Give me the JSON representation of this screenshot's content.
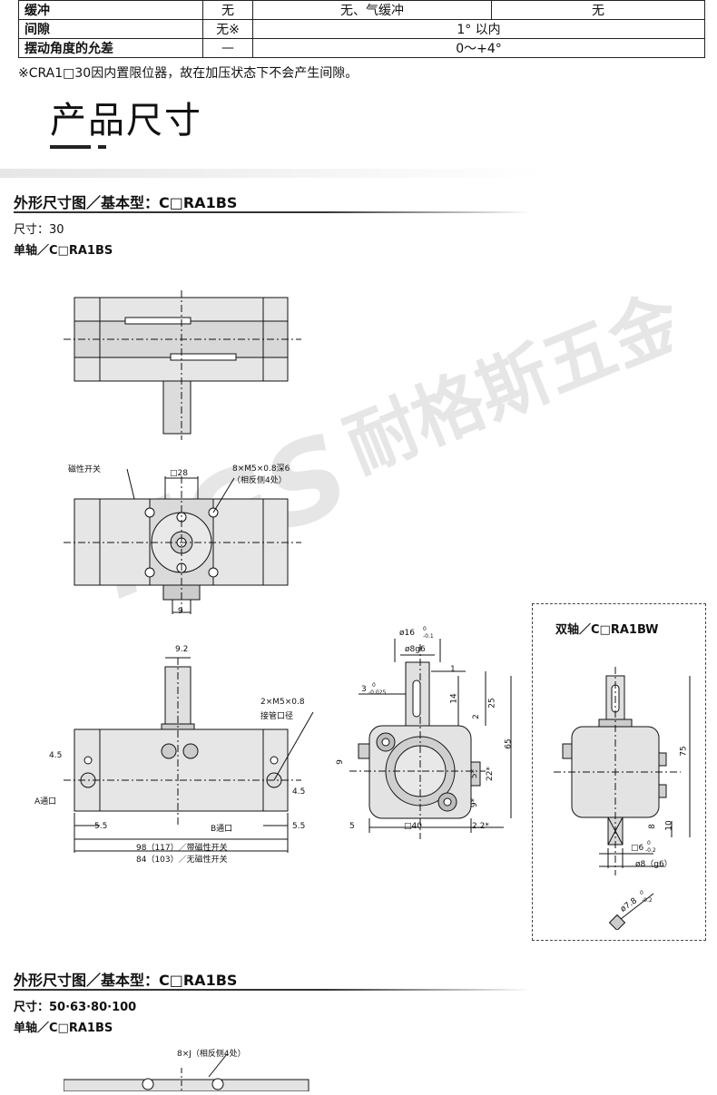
{
  "spec_table": [
    {
      "label": "缓冲",
      "col2": "无",
      "col3": "无、气缓冲",
      "col4": "无"
    },
    {
      "label": "间隙",
      "col2": "无※",
      "col3": "1° 以内"
    },
    {
      "label": "摆动角度的允差",
      "col2": "—",
      "col3": "0～+4°"
    }
  ],
  "note": "※CRA1□30因内置限位器，故在加压状态下不会产生间隙。",
  "section_title": "产品尺寸",
  "section1": {
    "heading": "外形尺寸图／基本型：C□RA1BS",
    "size": "尺寸：30",
    "shaft": "单轴／C□RA1BS"
  },
  "section2": {
    "heading": "外形尺寸图／基本型：C□RA1BS",
    "size": "尺寸：50·63·80·100",
    "shaft": "单轴／C□RA1BS"
  },
  "double_shaft": "双轴／C□RA1BW",
  "watermark": "耐格斯五金",
  "labels": {
    "magnetic_switch": "磁性开关",
    "sq28": "□28",
    "m5_holes": "8×M5×0.8深6",
    "opposite": "（相反侧4处）",
    "d9": "9",
    "d92": "9.2",
    "port_thread": "2×M5×0.8",
    "port_name": "接管口径",
    "d45a": "4.5",
    "d45b": "4.5",
    "port_a": "A通口",
    "port_b": "B通口",
    "d55a": "5.5",
    "d55b": "5.5",
    "len_with": "98（117）／带磁性开关",
    "len_without": "84（103）／无磁性开关",
    "phi16": "ø16",
    "phi16_tol_top": "0",
    "phi16_tol_bot": "-0.1",
    "phi8g6": "ø8g6",
    "three": "3",
    "three_tol_top": "0",
    "three_tol_bot": "-0.025",
    "d1": "1",
    "d14": "14",
    "d25": "25",
    "d2": "2",
    "d65": "65",
    "d9b": "9",
    "d5s": "5*",
    "d22s": "22*",
    "d9s": "9*",
    "d5": "5",
    "sq40": "□40",
    "d22b": "2.2*",
    "d75": "75",
    "d8": "8",
    "d10": "10",
    "sq6": "□6",
    "sq6_tol_top": "0",
    "sq6_tol_bot": "-0.2",
    "phi8g6b": "ø8（g6）",
    "phi78": "ø7.8",
    "phi78_tol_top": "0",
    "phi78_tol_bot": "-0.2",
    "j_holes": "8×J（相反侧4处）"
  }
}
